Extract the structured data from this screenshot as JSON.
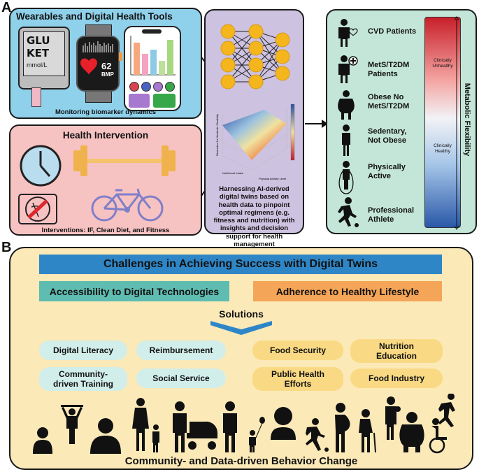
{
  "panel_a": {
    "letter": "A",
    "wearables": {
      "title": "Wearables and Digital Health Tools",
      "meter_line1": "GLU",
      "meter_line2": "KET",
      "meter_unit": "mmol/L",
      "watch_value": "62",
      "watch_unit": "BMP",
      "caption": "Monitoring biomarker dynamics"
    },
    "intervention": {
      "title": "Health Intervention",
      "caption": "Interventions: IF, Clean Diet, and Fitness"
    },
    "digital_twin": {
      "plot_ylabel": "Biomarker for Metabolic Flexibility",
      "plot_xlabel1": "Nutritional Intake",
      "plot_xlabel2": "Physical Activity Level",
      "caption": "Harnessing AI-derived digital twins based on health data to pinpoint optimal regimens (e.g. fitness and nutrition) with insights and decision support for health management",
      "colors": {
        "high": "#2a4fa3",
        "mid": "#f0e2a0",
        "low": "#c01c2b"
      }
    },
    "spectrum": {
      "groups": [
        {
          "label": "CVD Patients",
          "icon": "heart-patient-icon"
        },
        {
          "label": "MetS/T2DM Patients",
          "icon": "medical-patient-icon"
        },
        {
          "label": "Obese No MetS/T2DM",
          "icon": "obese-person-icon"
        },
        {
          "label": "Sedentary, Not Obese",
          "icon": "standing-person-icon"
        },
        {
          "label": "Physically Active",
          "icon": "jump-rope-icon"
        },
        {
          "label": "Professional Athlete",
          "icon": "soccer-player-icon"
        }
      ],
      "top_label": "Clinically Unhealthy",
      "bottom_label": "Clinically Healthy",
      "axis_label": "Metabolic Flexibility",
      "colors": {
        "top": "#c8202a",
        "bottom": "#2a58a8"
      }
    }
  },
  "panel_b": {
    "letter": "B",
    "banner": "Challenges in Achieving Success with Digital Twins",
    "accessibility": "Accessibility to Digital Technologies",
    "adherence": "Adherence to Healthy Lifestyle",
    "solutions_label": "Solutions",
    "solutions_left": [
      "Digital Literacy",
      "Reimbursement",
      "Community-driven Training",
      "Social Service"
    ],
    "solutions_right": [
      "Food Security",
      "Nutrition Education",
      "Public Health Efforts",
      "Food Industry"
    ],
    "footer": "Community- and Data-driven Behavior Change",
    "colors": {
      "banner": "#2f86c6",
      "access": "#5fbcb0",
      "adhere": "#f5a557",
      "background": "#fbe9b8"
    }
  }
}
